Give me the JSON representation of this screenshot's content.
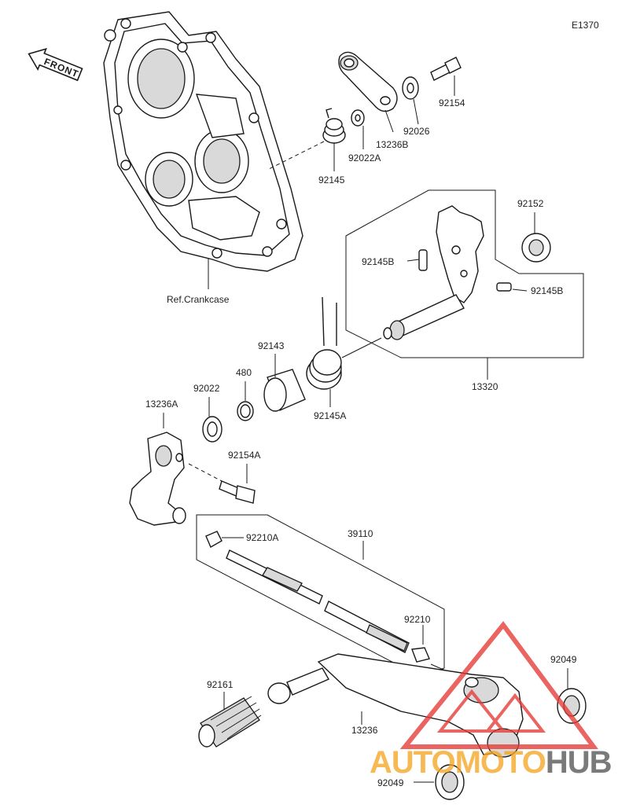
{
  "diagram_code": "E1370",
  "front_arrow_label": "FRONT",
  "crankcase_ref": "Ref.Crankcase",
  "labels": {
    "p92154": "92154",
    "p92026": "92026",
    "p13236B": "13236B",
    "p92022A": "92022A",
    "p92145": "92145",
    "p92152": "92152",
    "p92145B_left": "92145B",
    "p92145B_right": "92145B",
    "p13320": "13320",
    "p92143": "92143",
    "p480": "480",
    "p92145A": "92145A",
    "p92022": "92022",
    "p13236A": "13236A",
    "p92154A": "92154A",
    "p39110": "39110",
    "p92210A": "92210A",
    "p92210": "92210",
    "p92049_right": "92049",
    "p92161": "92161",
    "p13236": "13236",
    "p92049_bottom": "92049"
  },
  "watermark": {
    "text_part1": "AUTOMOTO",
    "text_part2": "HUB",
    "color_part1": "#f5a623",
    "color_part2": "#555555",
    "triangle_color": "#e53935"
  }
}
